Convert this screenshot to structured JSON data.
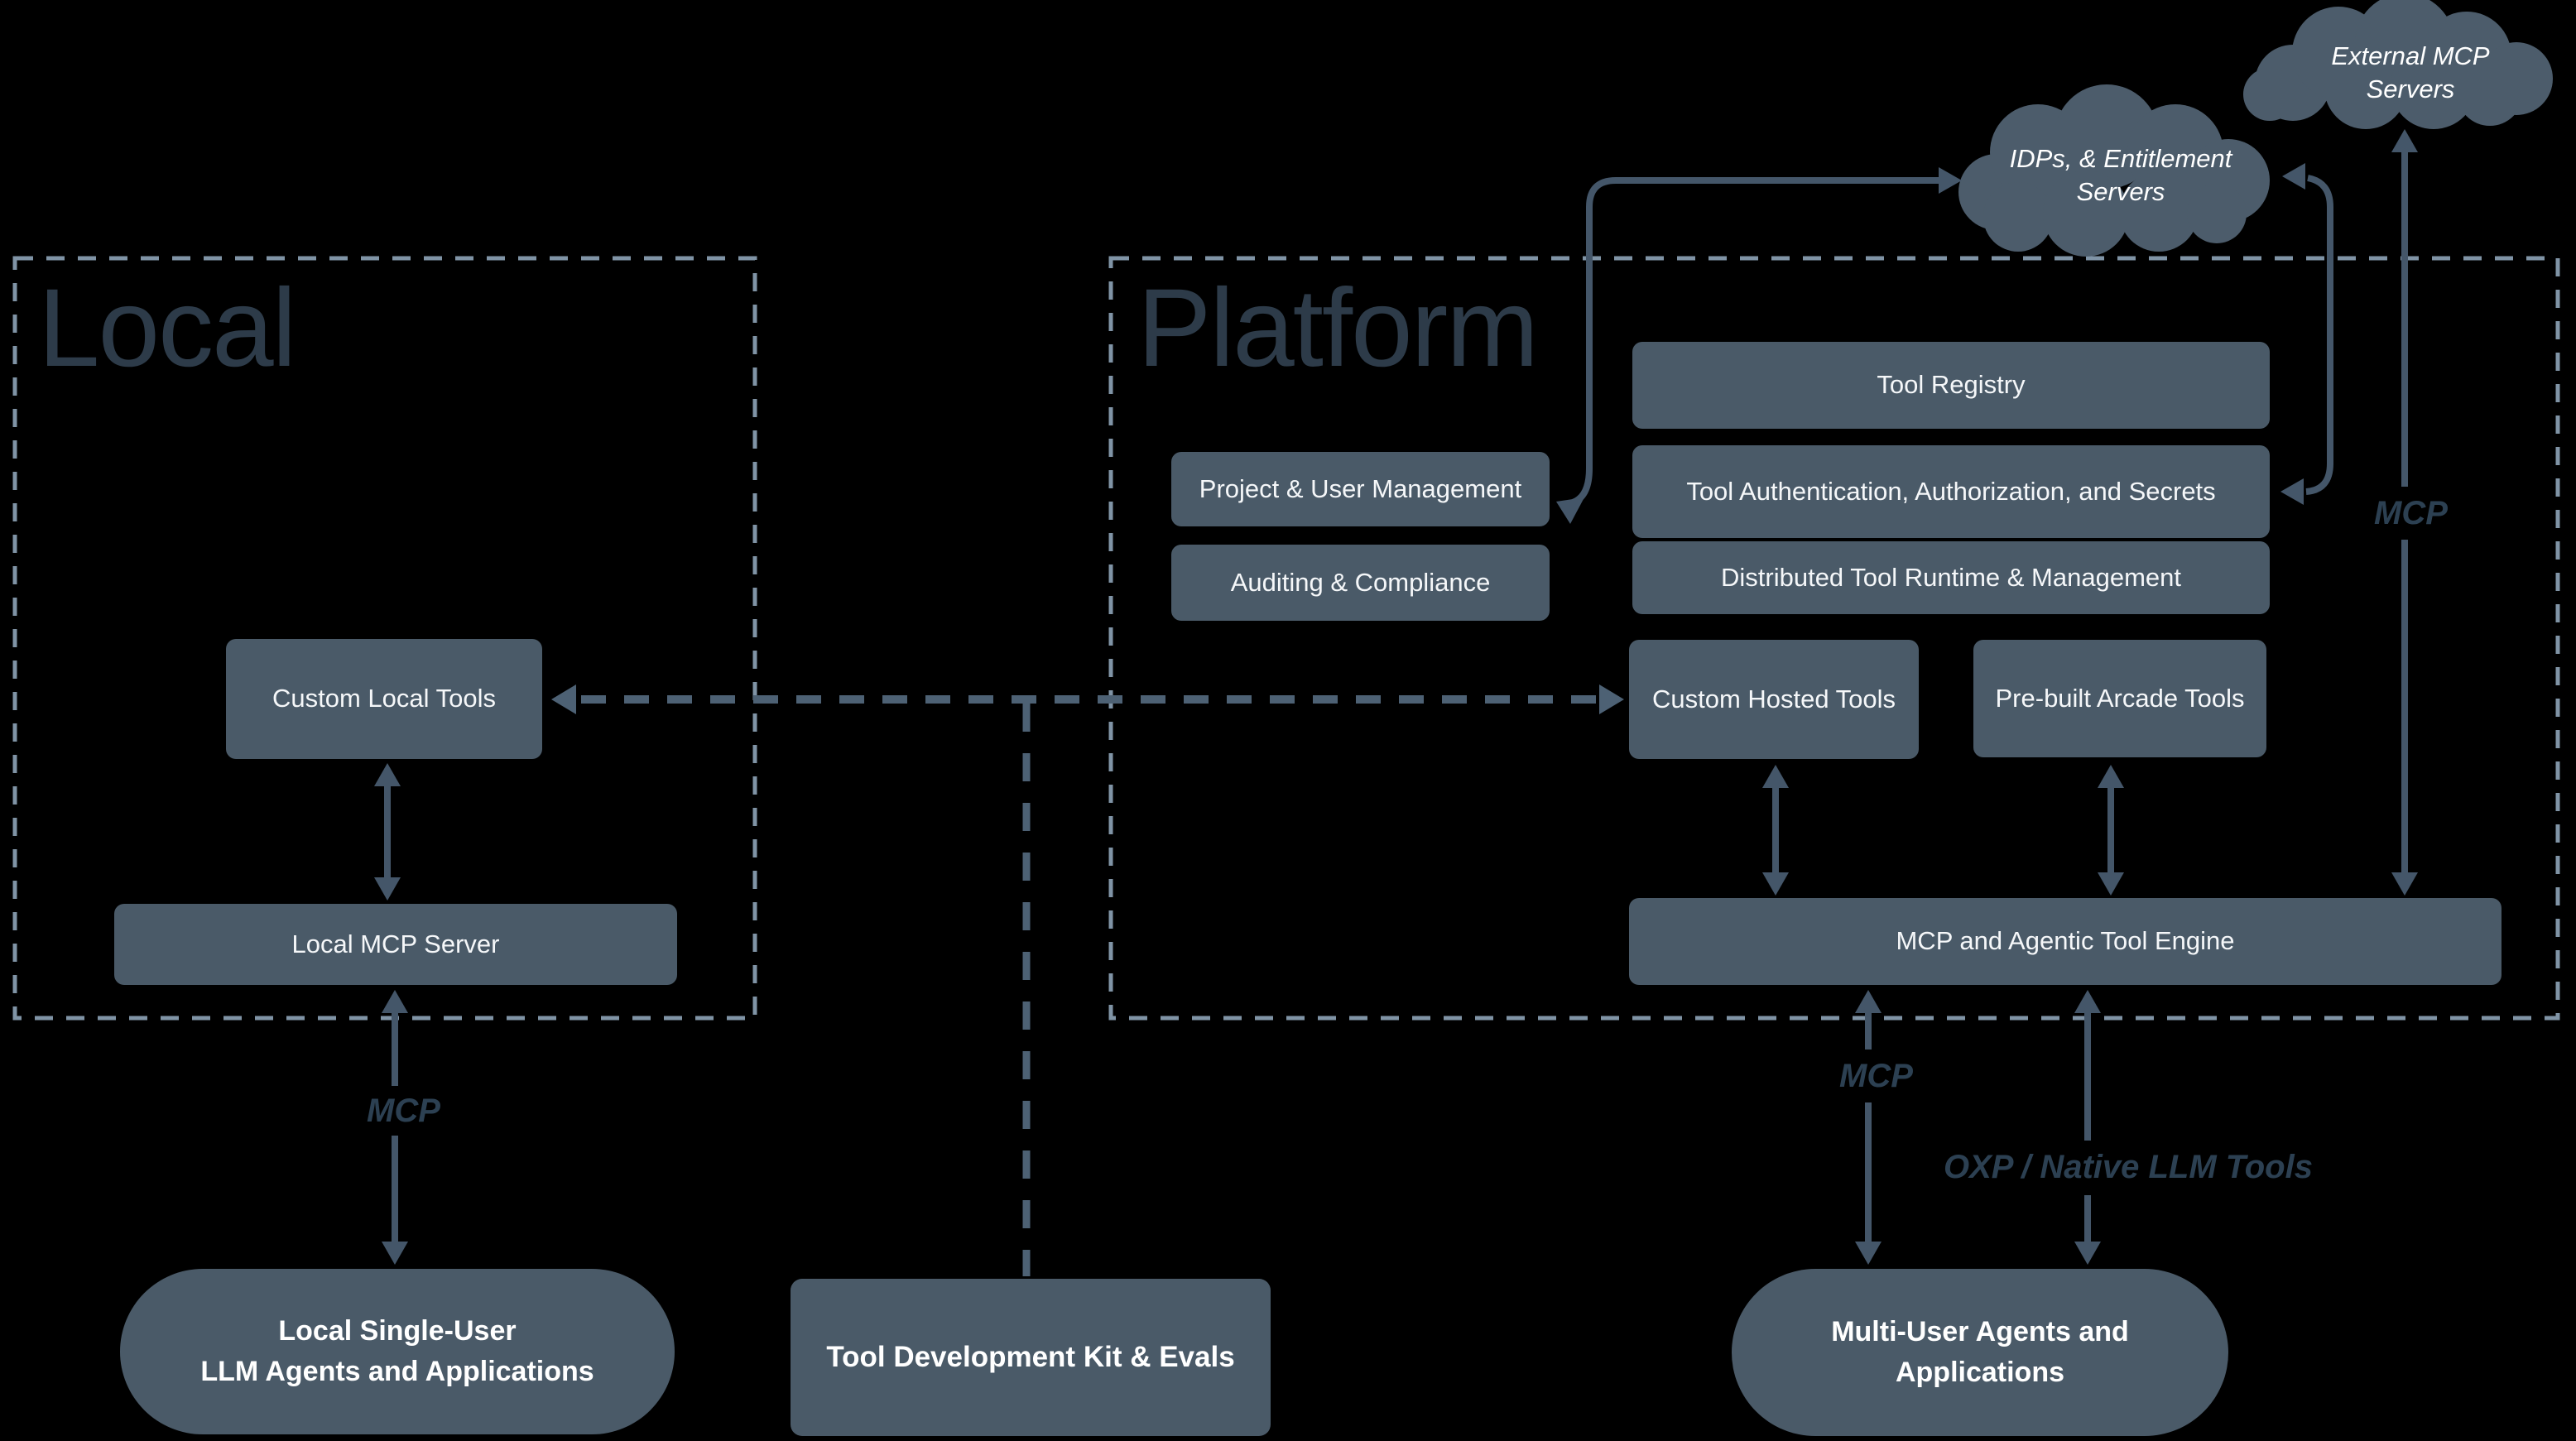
{
  "colors": {
    "background": "#000000",
    "node_fill": "#4a5a68",
    "cloud_fill": "#4c5c6b",
    "arrow": "#445669",
    "dashed_arrow": "#4d6174",
    "dashed_border": "#8094a6",
    "title_text": "#2d3b49",
    "edge_label_text": "#2c4052",
    "node_text": "#f5f7f9"
  },
  "regions": {
    "local": {
      "title": "Local"
    },
    "platform": {
      "title": "Platform"
    }
  },
  "clouds": {
    "external_mcp": {
      "label": "External MCP Servers"
    },
    "idps": {
      "line1": "IDPs, & Entitlement",
      "line2": "Servers"
    }
  },
  "platform_boxes": {
    "tool_registry": "Tool Registry",
    "project_user_management": "Project & User Management",
    "tool_auth": "Tool Authentication, Authorization, and Secrets",
    "auditing_compliance": "Auditing & Compliance",
    "distributed_runtime": "Distributed Tool Runtime & Management",
    "custom_hosted_tools": "Custom Hosted Tools",
    "prebuilt_arcade_tools": "Pre-built Arcade Tools",
    "engine": "MCP and Agentic Tool Engine"
  },
  "local_boxes": {
    "custom_local_tools": "Custom Local Tools",
    "local_mcp_server": "Local MCP Server"
  },
  "bottom_nodes": {
    "local_agents": {
      "line1": "Local Single-User",
      "line2": "LLM Agents and Applications"
    },
    "tdk": {
      "label": "Tool Development Kit & Evals"
    },
    "multi_user_agents": {
      "line1": "Multi-User Agents and",
      "line2": "Applications"
    }
  },
  "edge_labels": {
    "mcp_local": "MCP",
    "mcp_platform": "MCP",
    "oxp": "OXP / Native LLM Tools",
    "mcp_external": "MCP"
  }
}
